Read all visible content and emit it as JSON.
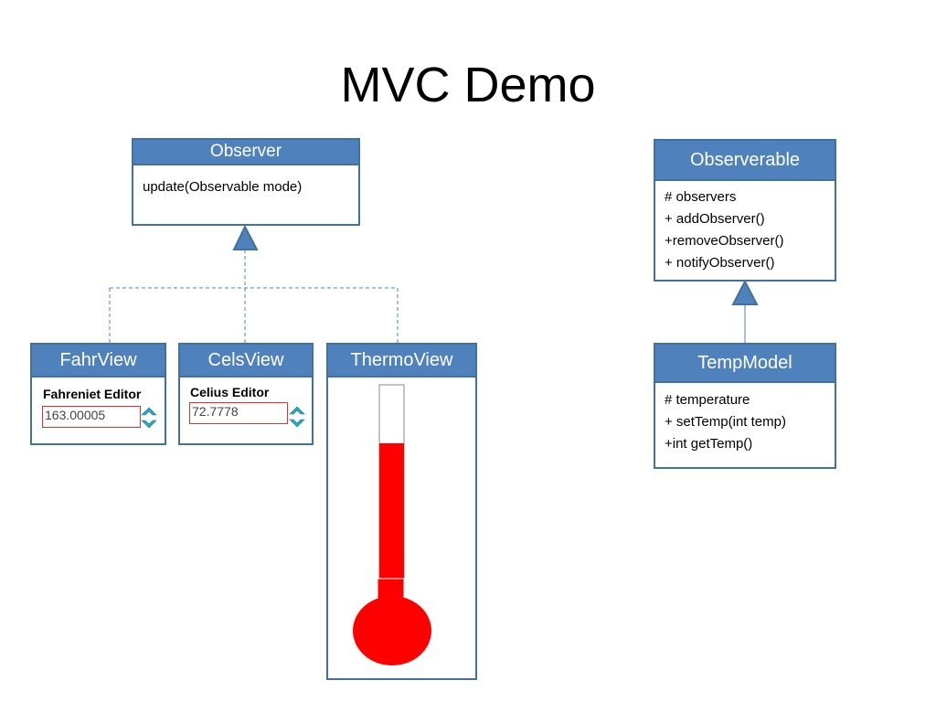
{
  "title": "MVC Demo",
  "observer": {
    "header": "Observer",
    "method": "update(Observable mode)"
  },
  "observable": {
    "header": "Observerable",
    "members": [
      "# observers",
      "+ addObserver()",
      "+removeObserver()",
      "+ notifyObserver()"
    ]
  },
  "tempmodel": {
    "header": "TempModel",
    "members": [
      "# temperature",
      "+ setTemp(int temp)",
      "+int getTemp()"
    ]
  },
  "fahrview": {
    "header": "FahrView",
    "editor_label": "Fahreniet Editor",
    "value": "163.00005"
  },
  "celsview": {
    "header": "CelsView",
    "editor_label": "Celius Editor",
    "value": "72.7778"
  },
  "thermoview": {
    "header": "ThermoView",
    "mercury_level": 0.7
  },
  "colors": {
    "header_fill": "#4f81bd",
    "border": "#41719c",
    "mercury": "#ff0000",
    "field_border": "#e03030"
  },
  "icons": {
    "inheritance": "hollow-triangle-arrow",
    "spinner": "spinner-arrows-icon"
  }
}
